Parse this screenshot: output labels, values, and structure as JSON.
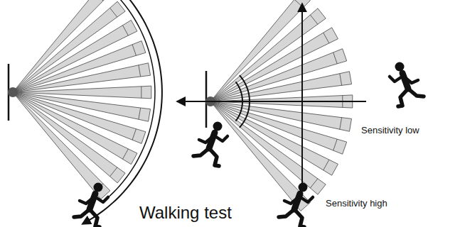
{
  "diagram": {
    "labels": [
      "Walking test",
      "Sensitivity low",
      "Sensitivity high"
    ]
  }
}
